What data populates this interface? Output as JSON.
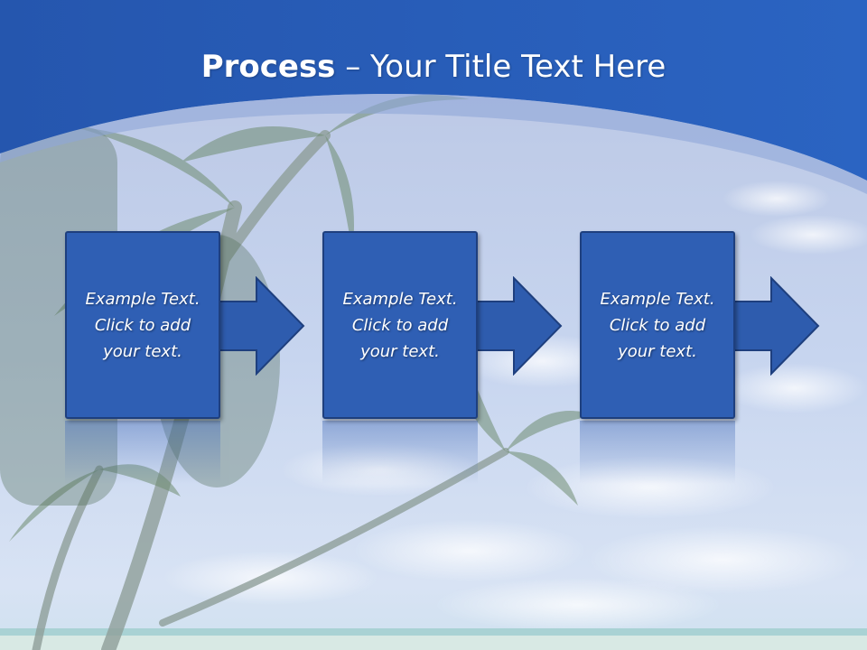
{
  "slide": {
    "title_bold": "Process",
    "title_rest": " – Your Title Text Here"
  },
  "steps": [
    {
      "text": "Example Text.\nClick  to add\nyour text."
    },
    {
      "text": "Example Text.\nClick  to add\nyour text."
    },
    {
      "text": "Example Text.\nClick  to add\nyour text."
    }
  ],
  "colors": {
    "header_blue": "#2a5fba",
    "box_fill": "#2f5fb4",
    "arrow_fill": "#2e5cae",
    "text": "#ffffff"
  },
  "icons": {
    "arrow": "right-arrow-icon"
  }
}
